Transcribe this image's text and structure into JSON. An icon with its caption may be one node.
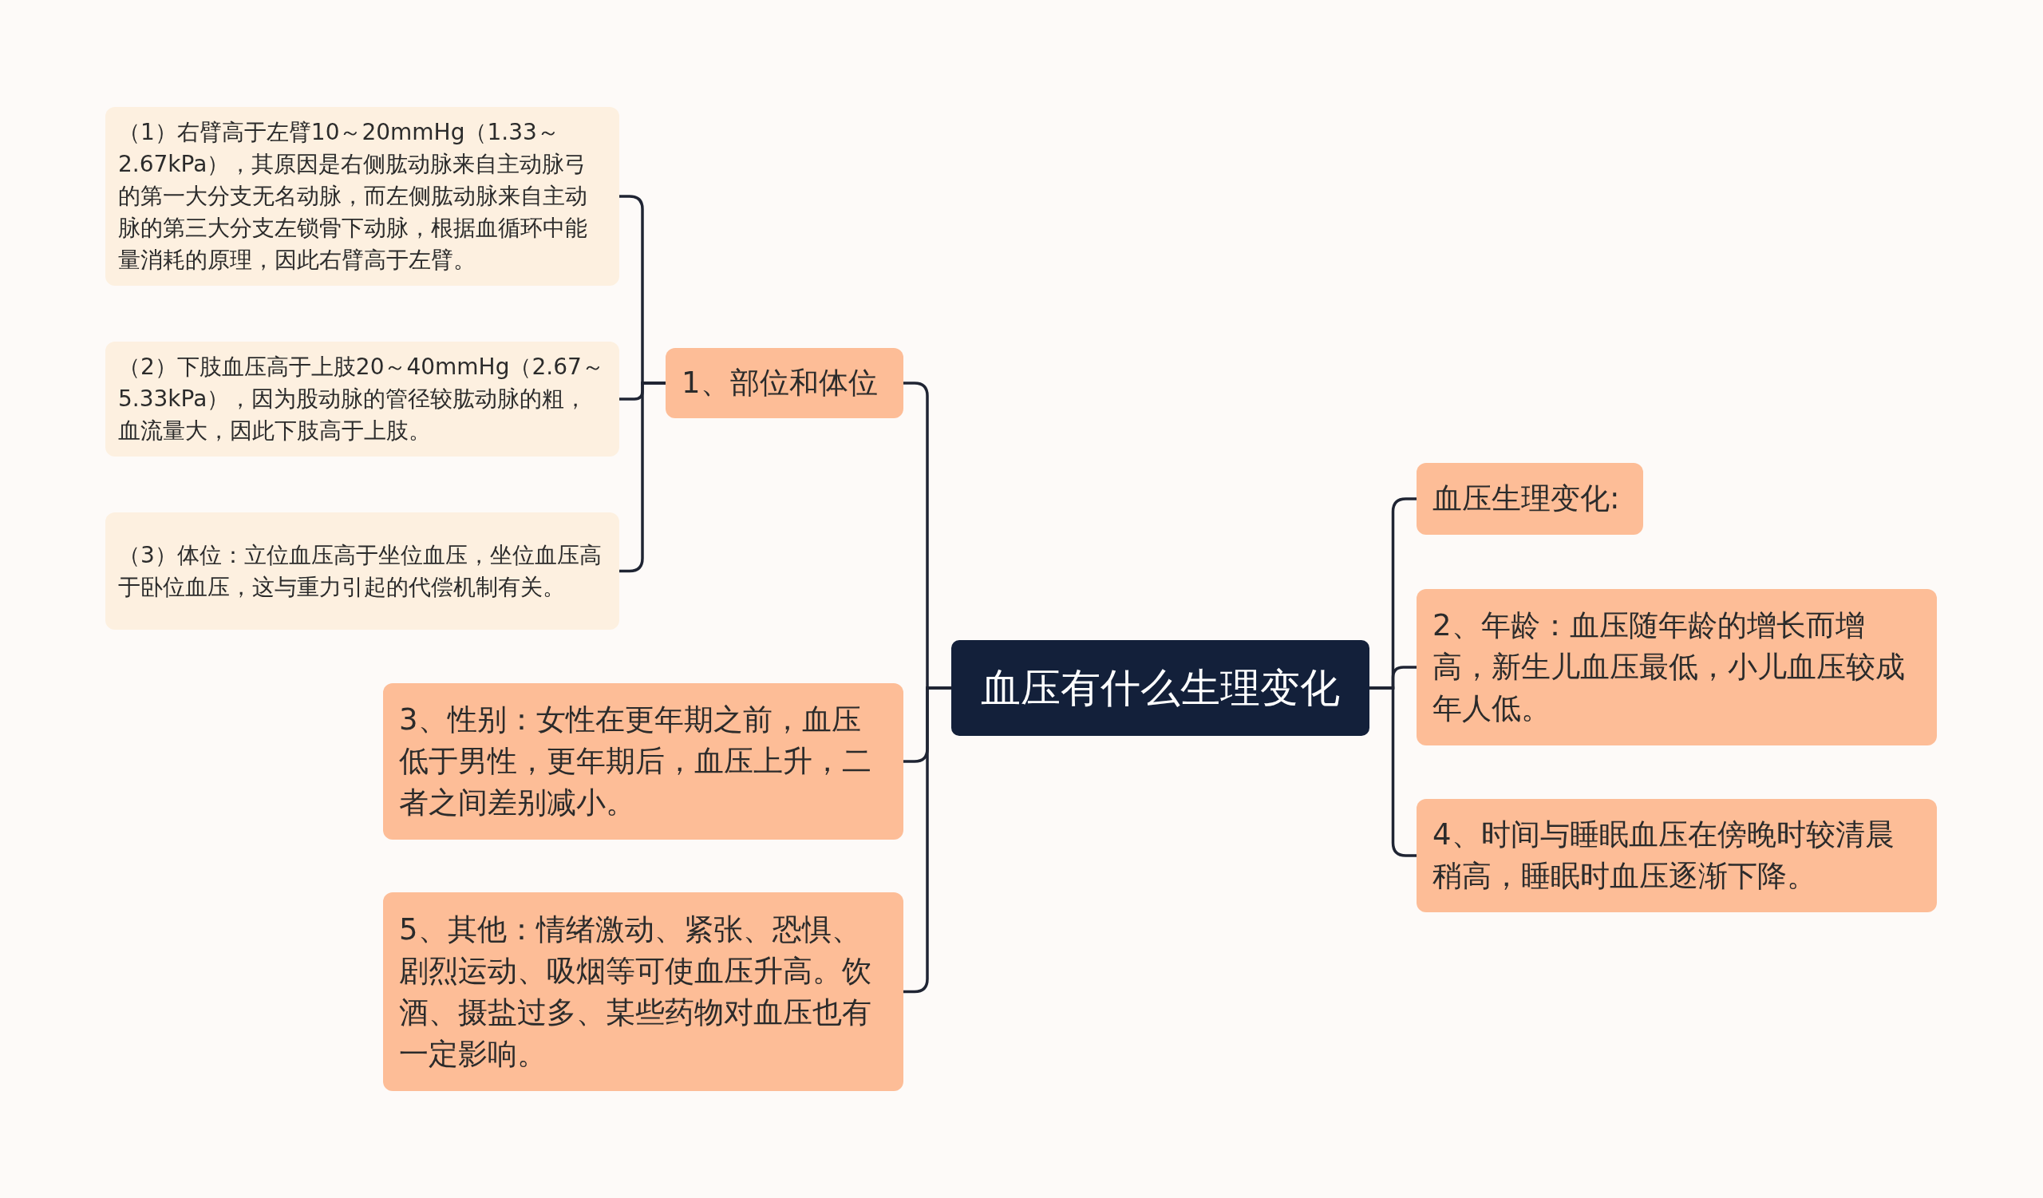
{
  "diagram": {
    "nodes": [
      {
        "text": [
          "血压有什么生理变化"
        ]
      },
      {
        "text": [
          "1、部位和体位"
        ]
      },
      {
        "text": [
          "（1）右臂高于左臂10～20mmHg（1.33～2.67kPa），其原因是右侧肱动脉来自主动脉弓的第一大分支无名动脉，而左侧肱动脉来自主动脉的第三大分支左锁骨下动脉，根据血循环中能量消耗的原理，因此右臂高于左臂。"
        ]
      },
      {
        "text": [
          "（2）下肢血压高于上肢20～40mmHg（2.67～5.33kPa），因为股动脉的管径较肱动脉的粗，血流量大，因此下肢高于上肢。"
        ]
      },
      {
        "text": [
          "（3）体位：立位血压高于坐位血压，坐位血压高于卧位血压，这与重力引起的代偿机制有关。"
        ]
      },
      {
        "text": [
          "3、性别：女性在更年期之前，血压低于男性，更年期后，血压上升，二者之间差别减小。"
        ]
      },
      {
        "text": [
          "5、其他：情绪激动、紧张、恐惧、剧烈运动、吸烟等可使血压升高。饮酒、摄盐过多、某些药物对血压也有一定影响。"
        ]
      },
      {
        "text": [
          "血压生理变化:"
        ]
      },
      {
        "text": [
          "2、年龄：血压随年龄的增长而增高，新生儿血压最低，小儿血压较成年人低。"
        ]
      },
      {
        "text": [
          "4、时间与睡眠血压在傍晚时较清晨稍高，睡眠时血压逐渐下降。"
        ]
      }
    ],
    "edges": [
      {
        "from": 0,
        "to": 1,
        "arrow": "none"
      },
      {
        "from": 0,
        "to": 5,
        "arrow": "none"
      },
      {
        "from": 0,
        "to": 6,
        "arrow": "none"
      },
      {
        "from": 0,
        "to": 7,
        "arrow": "none"
      },
      {
        "from": 0,
        "to": 8,
        "arrow": "none"
      },
      {
        "from": 0,
        "to": 9,
        "arrow": "none"
      },
      {
        "from": 1,
        "to": 2,
        "arrow": "none"
      },
      {
        "from": 1,
        "to": 3,
        "arrow": "none"
      },
      {
        "from": 1,
        "to": 4,
        "arrow": "none"
      }
    ]
  }
}
